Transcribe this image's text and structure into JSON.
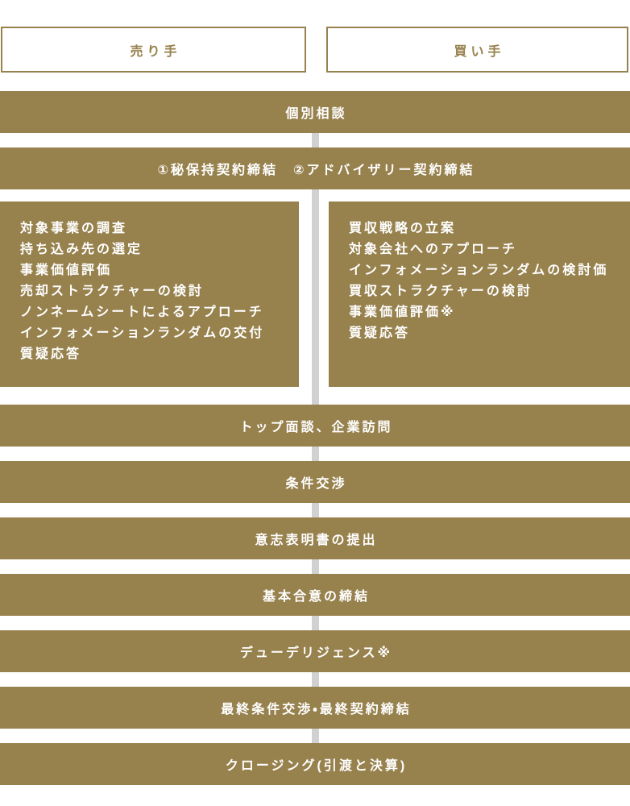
{
  "colors": {
    "gold": "#97814D",
    "connector_gray": "#D1D1D1",
    "bar_text": "#FFFFFF",
    "page_background": "#FFFFFF"
  },
  "headers": {
    "seller": "売り手",
    "buyer": "買い手"
  },
  "flow": {
    "consultation": "個別相談",
    "contracts": "①秘保持契約締結　②アドバイザリー契約締結",
    "top_meeting": "トップ面談、企業訪問",
    "negotiation": "条件交渉",
    "loi": "意志表明書の提出",
    "basic_agreement": "基本合意の締結",
    "due_diligence": "デューデリジェンス※",
    "final_contract": "最終条件交渉・最終契約締結",
    "closing": "クロージング(引渡と決算)"
  },
  "seller_tasks": [
    "対象事業の調査",
    "持ち込み先の選定",
    "事業価値評価",
    "売却ストラクチャーの検討",
    "ノンネームシートによるアプローチ",
    "インフォメーションランダムの交付",
    "質疑応答"
  ],
  "buyer_tasks": [
    "買収戦略の立案",
    "対象会社へのアプローチ",
    "インフォメーションランダムの検討価",
    "買収ストラクチャーの検討",
    "事業価値評価※",
    "質疑応答"
  ]
}
